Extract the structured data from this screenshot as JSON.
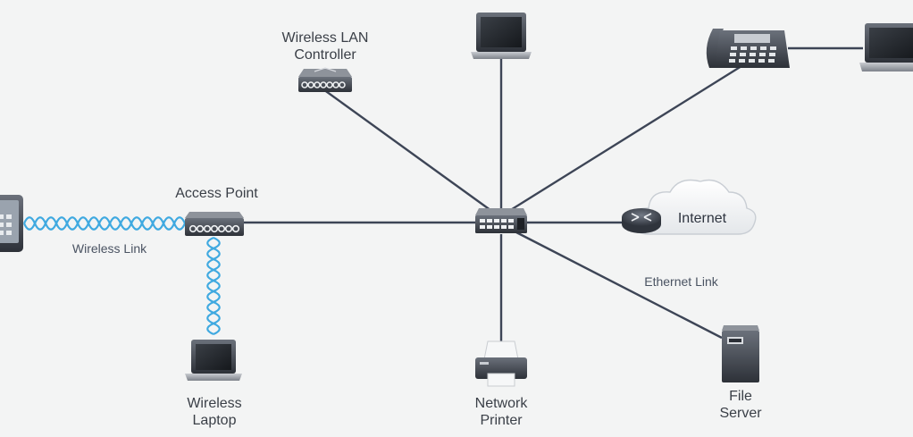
{
  "nodes": {
    "wlc": {
      "label": "Wireless LAN\nController",
      "icon": "wireless-lan-controller-icon"
    },
    "access_point": {
      "label": "Access Point",
      "icon": "access-point-icon"
    },
    "top_laptop": {
      "label": "",
      "icon": "laptop-icon"
    },
    "ip_phone": {
      "label": "",
      "icon": "ip-phone-icon"
    },
    "right_laptop": {
      "label": "",
      "icon": "laptop-icon"
    },
    "switch": {
      "label": "",
      "icon": "switch-icon"
    },
    "router": {
      "label": "",
      "icon": "router-icon"
    },
    "internet": {
      "label": "Internet",
      "icon": "cloud-icon"
    },
    "wireless_laptop": {
      "label": "Wireless\nLaptop",
      "icon": "laptop-icon"
    },
    "network_printer": {
      "label": "Network\nPrinter",
      "icon": "printer-icon"
    },
    "file_server": {
      "label": "File\nServer",
      "icon": "server-icon"
    },
    "phone": {
      "label": "",
      "icon": "smartphone-icon"
    }
  },
  "links": {
    "wireless": {
      "label": "Wireless Link"
    },
    "ethernet": {
      "label": "Ethernet Link"
    }
  },
  "colors": {
    "background": "#f3f4f4",
    "ethernet_line": "#3d4556",
    "wireless_line": "#3fa9e0",
    "device_dark": "#2b2f36",
    "device_mid": "#5b6069"
  }
}
